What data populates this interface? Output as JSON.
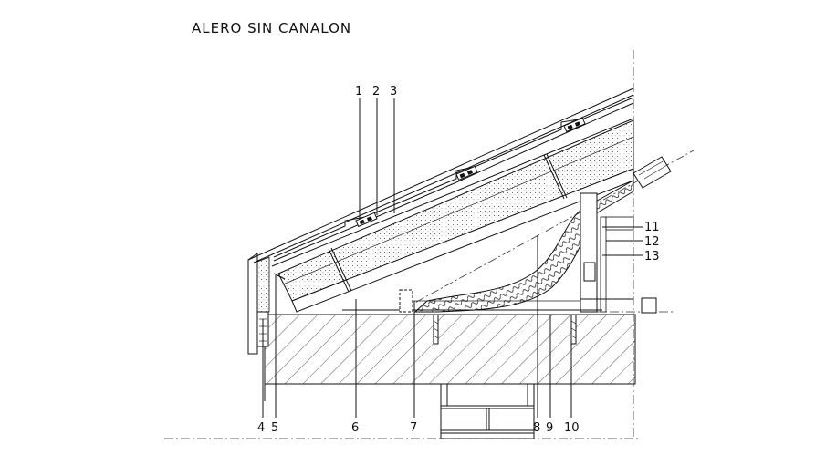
{
  "title": "ALERO SIN CANALON",
  "callouts": {
    "c1": "1",
    "c2": "2",
    "c3": "3",
    "c4": "4",
    "c5": "5",
    "c6": "6",
    "c7": "7",
    "c8": "8",
    "c9": "9",
    "c10": "10",
    "c11": "11",
    "c12": "12",
    "c13": "13"
  },
  "colors": {
    "line": "#111111",
    "background": "#ffffff"
  }
}
